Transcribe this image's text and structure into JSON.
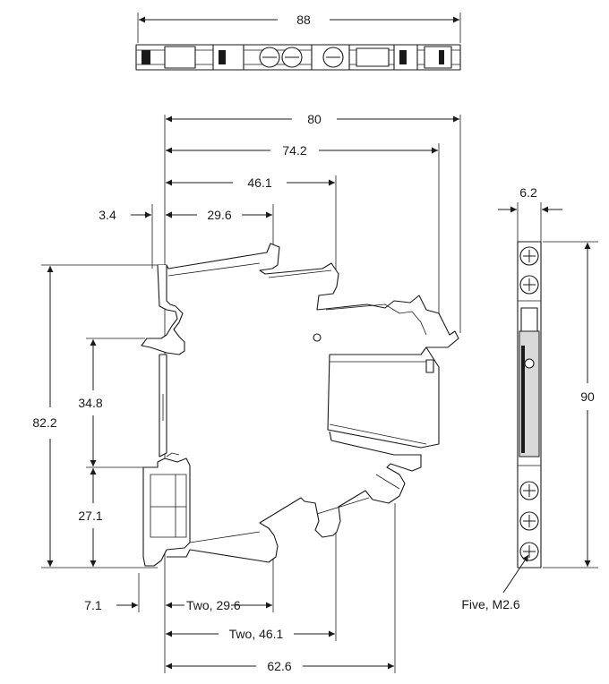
{
  "top_view": {
    "width_label": "88"
  },
  "front_view": {
    "overall_width": "80",
    "width_2": "74.2",
    "width_3": "46.1",
    "width_4": "29.6",
    "offset_left": "3.4",
    "height_total": "82.2",
    "height_upper": "34.8",
    "height_lower": "27.1",
    "offset_bottom": "7.1",
    "bottom_width_1": "Two, 29.6",
    "bottom_width_2": "Two, 46.1",
    "bottom_width_3": "62.6"
  },
  "side_view": {
    "thickness": "6.2",
    "height": "90",
    "screw_note": "Five, M2.6"
  }
}
